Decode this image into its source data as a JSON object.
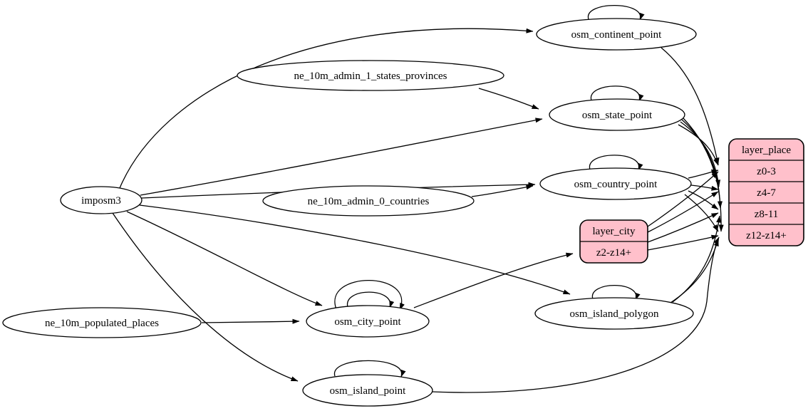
{
  "diagram": {
    "type": "etl-dependency-graph",
    "background_color": "#ffffff",
    "node_fill_color": "#ffffff",
    "record_fill_color": "#ffc0cb",
    "stroke_color": "#000000",
    "nodes": [
      {
        "id": "imposm3",
        "label": "imposm3"
      },
      {
        "id": "ne_10m_admin_1_states_provinces",
        "label": "ne_10m_admin_1_states_provinces"
      },
      {
        "id": "ne_10m_admin_0_countries",
        "label": "ne_10m_admin_0_countries"
      },
      {
        "id": "ne_10m_populated_places",
        "label": "ne_10m_populated_places"
      },
      {
        "id": "osm_continent_point",
        "label": "osm_continent_point"
      },
      {
        "id": "osm_state_point",
        "label": "osm_state_point"
      },
      {
        "id": "osm_country_point",
        "label": "osm_country_point"
      },
      {
        "id": "osm_city_point",
        "label": "osm_city_point"
      },
      {
        "id": "osm_island_polygon",
        "label": "osm_island_polygon"
      },
      {
        "id": "osm_island_point",
        "label": "osm_island_point"
      }
    ],
    "records": [
      {
        "id": "layer_city",
        "header": "layer_city",
        "rows": [
          "z2-z14+"
        ]
      },
      {
        "id": "layer_place",
        "header": "layer_place",
        "rows": [
          "z0-3",
          "z4-7",
          "z8-11",
          "z12-z14+"
        ]
      }
    ],
    "edges": [
      {
        "from": "imposm3",
        "to": "osm_continent_point"
      },
      {
        "from": "imposm3",
        "to": "osm_state_point"
      },
      {
        "from": "imposm3",
        "to": "osm_country_point"
      },
      {
        "from": "imposm3",
        "to": "osm_city_point"
      },
      {
        "from": "imposm3",
        "to": "osm_island_polygon"
      },
      {
        "from": "imposm3",
        "to": "osm_island_point"
      },
      {
        "from": "ne_10m_admin_1_states_provinces",
        "to": "osm_state_point"
      },
      {
        "from": "ne_10m_admin_0_countries",
        "to": "osm_country_point"
      },
      {
        "from": "ne_10m_populated_places",
        "to": "osm_city_point"
      },
      {
        "from": "osm_continent_point",
        "to": "osm_continent_point",
        "self": true
      },
      {
        "from": "osm_state_point",
        "to": "osm_state_point",
        "self": true
      },
      {
        "from": "osm_country_point",
        "to": "osm_country_point",
        "self": true
      },
      {
        "from": "osm_city_point",
        "to": "osm_city_point",
        "self": true
      },
      {
        "from": "osm_city_point",
        "to": "osm_city_point",
        "self": true
      },
      {
        "from": "osm_island_polygon",
        "to": "osm_island_polygon",
        "self": true
      },
      {
        "from": "osm_island_point",
        "to": "osm_island_point",
        "self": true
      },
      {
        "from": "osm_city_point",
        "to": "layer_city",
        "to_port": "z2-z14+"
      },
      {
        "from": "layer_city",
        "to": "layer_place",
        "to_port": "z0-3"
      },
      {
        "from": "layer_city",
        "to": "layer_place",
        "to_port": "z4-7"
      },
      {
        "from": "layer_city",
        "to": "layer_place",
        "to_port": "z8-11"
      },
      {
        "from": "layer_city",
        "to": "layer_place",
        "to_port": "z12-z14+"
      },
      {
        "from": "osm_state_point",
        "to": "layer_place",
        "to_port": "z0-3"
      },
      {
        "from": "osm_state_point",
        "to": "layer_place",
        "to_port": "z4-7"
      },
      {
        "from": "osm_state_point",
        "to": "layer_place",
        "to_port": "z8-11"
      },
      {
        "from": "osm_state_point",
        "to": "layer_place",
        "to_port": "z12-z14+"
      },
      {
        "from": "osm_country_point",
        "to": "layer_place",
        "to_port": "z0-3"
      },
      {
        "from": "osm_country_point",
        "to": "layer_place",
        "to_port": "z4-7"
      },
      {
        "from": "osm_country_point",
        "to": "layer_place",
        "to_port": "z8-11"
      },
      {
        "from": "osm_country_point",
        "to": "layer_place",
        "to_port": "z12-z14+"
      },
      {
        "from": "osm_continent_point",
        "to": "layer_place",
        "to_port": "z0-3"
      },
      {
        "from": "osm_island_polygon",
        "to": "layer_place",
        "to_port": "z8-11"
      },
      {
        "from": "osm_island_polygon",
        "to": "layer_place",
        "to_port": "z12-z14+"
      },
      {
        "from": "osm_island_point",
        "to": "layer_place",
        "to_port": "z12-z14+"
      }
    ]
  }
}
